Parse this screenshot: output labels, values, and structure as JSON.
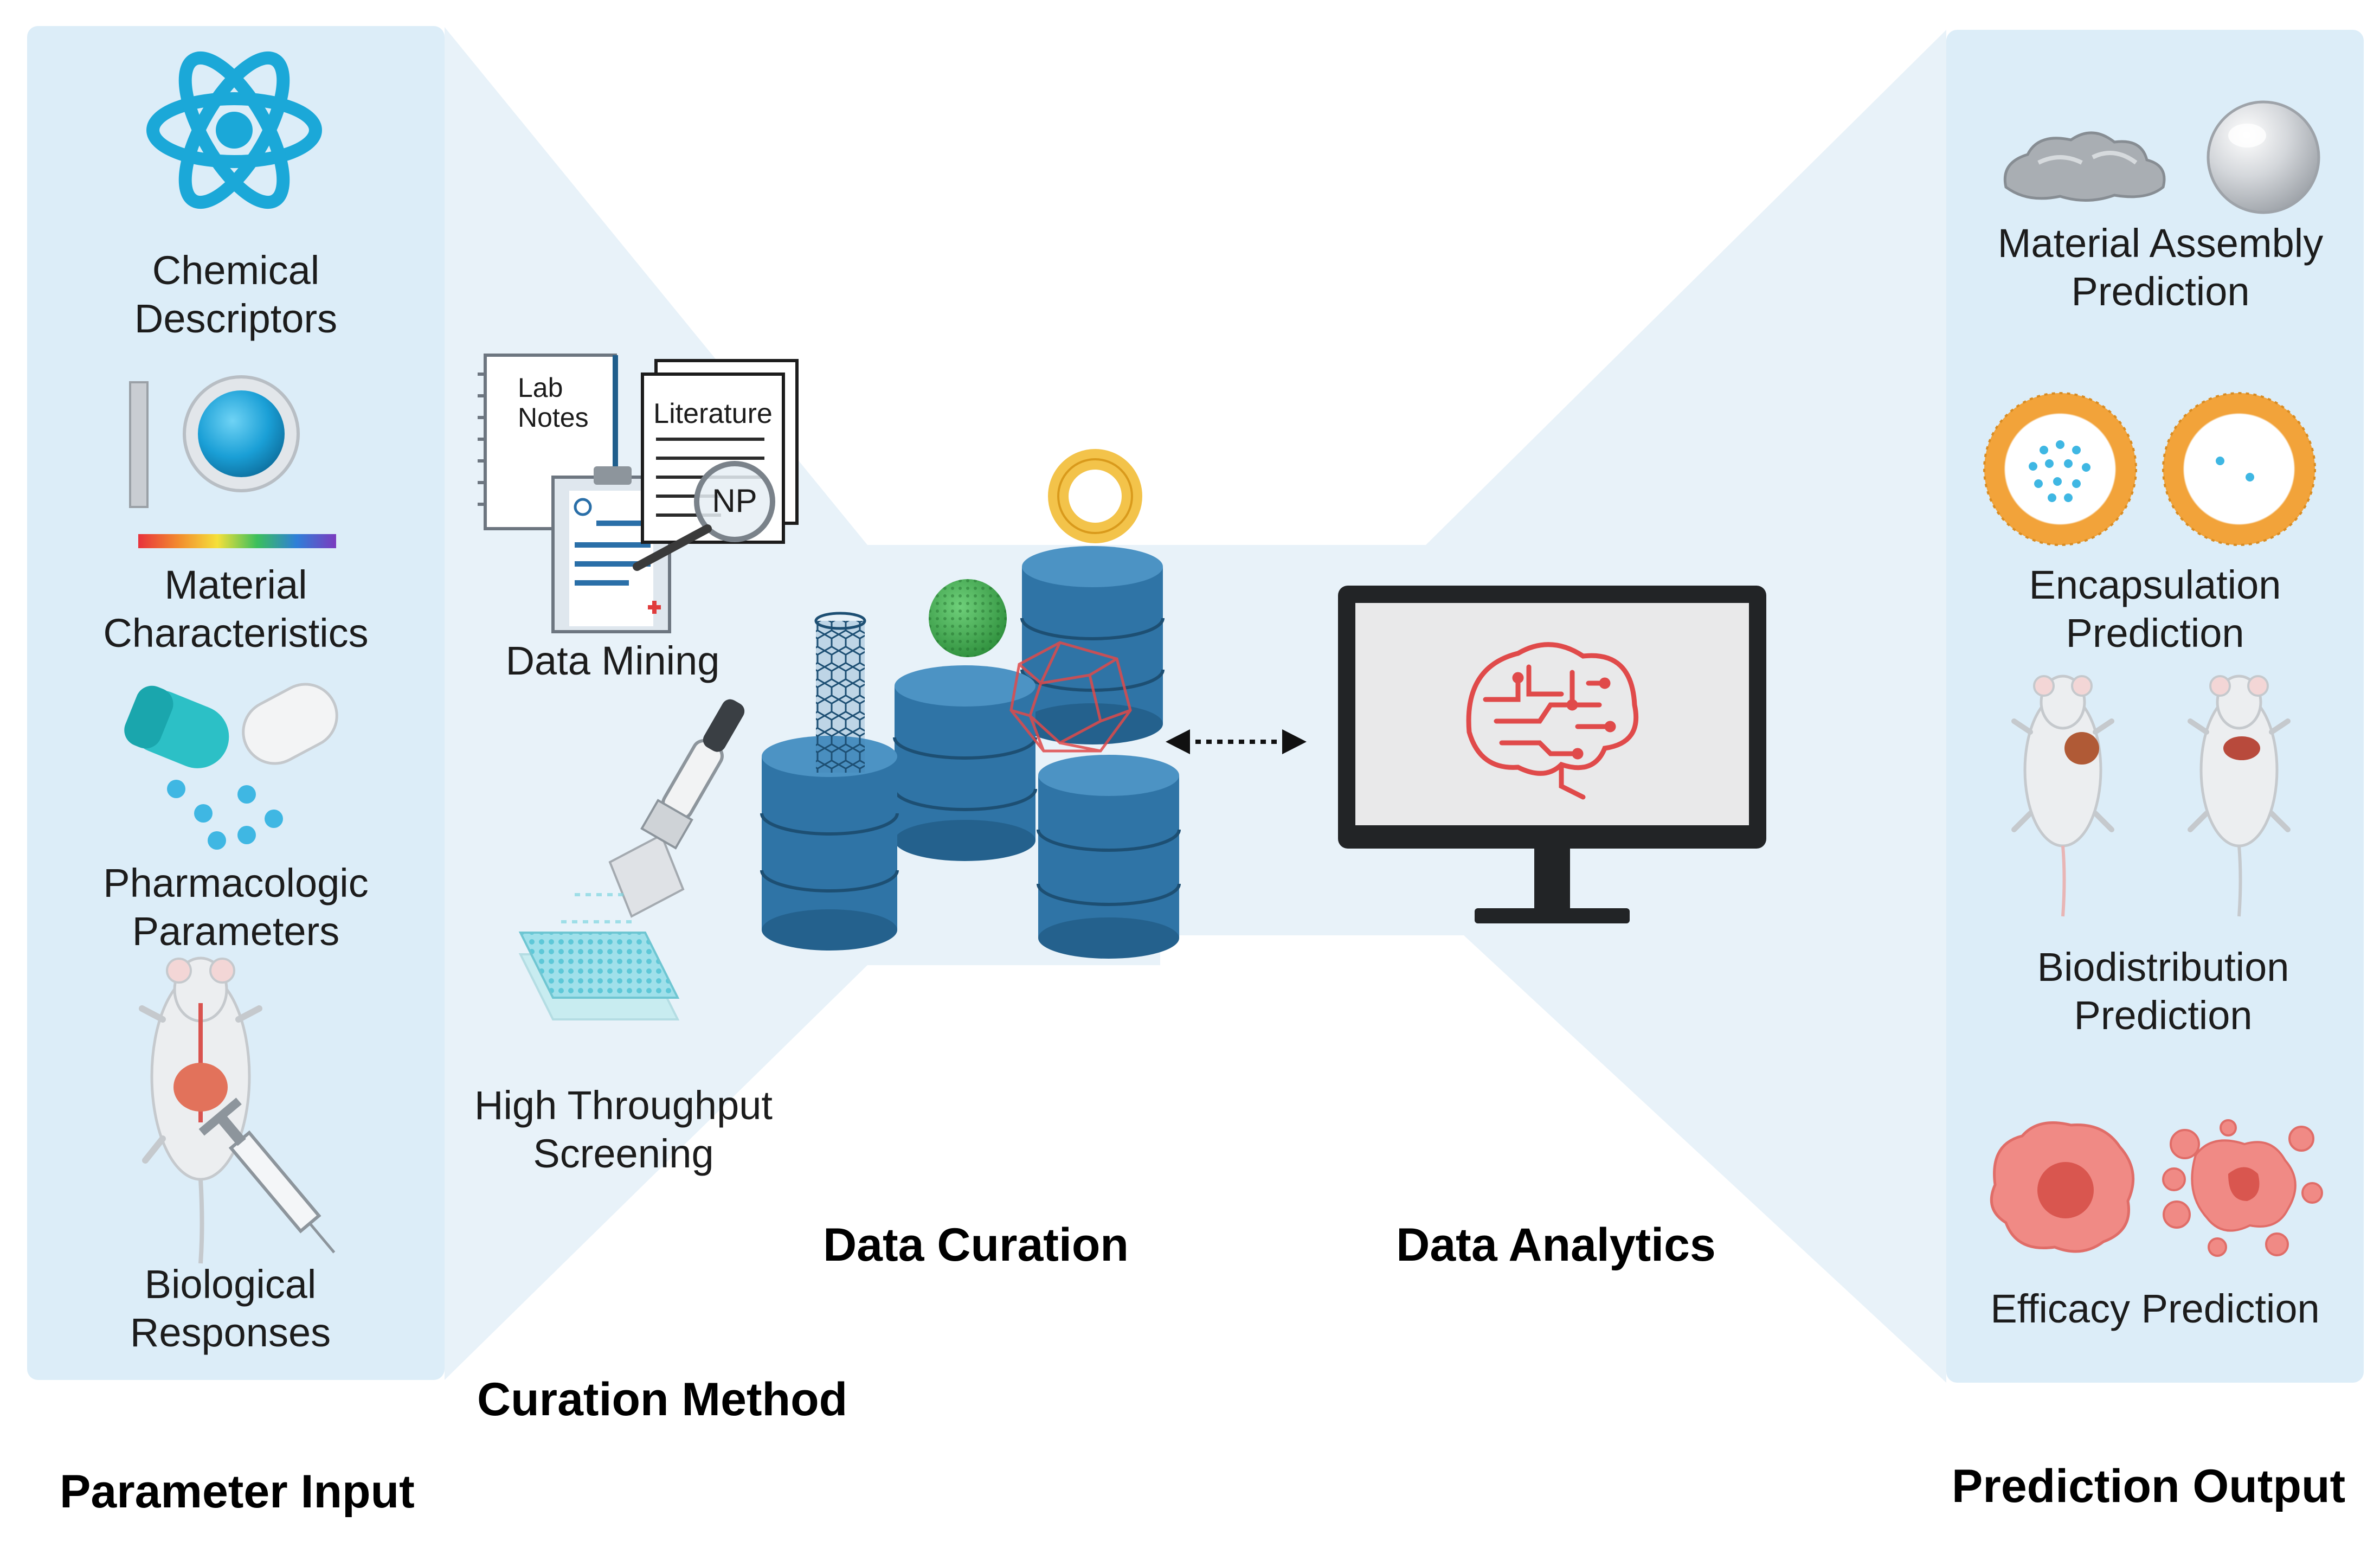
{
  "parameter_input": {
    "title": "Parameter Input",
    "items": [
      {
        "label": "Chemical\nDescriptors",
        "icon": "atom-icon"
      },
      {
        "label": "Material\nCharacteristics",
        "icon": "particle-spectrum-icon"
      },
      {
        "label": "Pharmacologic\nParameters",
        "icon": "capsule-icon"
      },
      {
        "label": "Biological\nResponses",
        "icon": "mouse-syringe-icon"
      }
    ]
  },
  "curation_method": {
    "title": "Curation Method",
    "items": [
      {
        "label": "Data Mining",
        "icon": "documents-icon"
      },
      {
        "label": "High Throughput\nScreening",
        "icon": "pipette-plate-icon"
      }
    ],
    "documents": {
      "lab_notes": "Lab\nNotes",
      "literature": "Literature",
      "np": "NP"
    }
  },
  "data_curation": {
    "title": "Data Curation",
    "icon": "database-stack-icon"
  },
  "data_analytics": {
    "title": "Data Analytics",
    "icon": "monitor-brain-icon"
  },
  "prediction_output": {
    "title": "Prediction Output",
    "items": [
      {
        "label": "Material Assembly\nPrediction",
        "icon": "assembly-icon"
      },
      {
        "label": "Encapsulation\nPrediction",
        "icon": "liposome-icon"
      },
      {
        "label": "Biodistribution\nPrediction",
        "icon": "mouse-organ-icon"
      },
      {
        "label": "Efficacy Prediction",
        "icon": "cell-icon"
      }
    ]
  },
  "colors": {
    "panel": "#dcedf8",
    "funnel": "#e8f2f9",
    "db_blue": "#2f74a6",
    "atom_blue": "#1ba8d8",
    "brain_red": "#e04a4a",
    "liposome_orange": "#f2a33a",
    "cell_pink": "#f08a85"
  }
}
